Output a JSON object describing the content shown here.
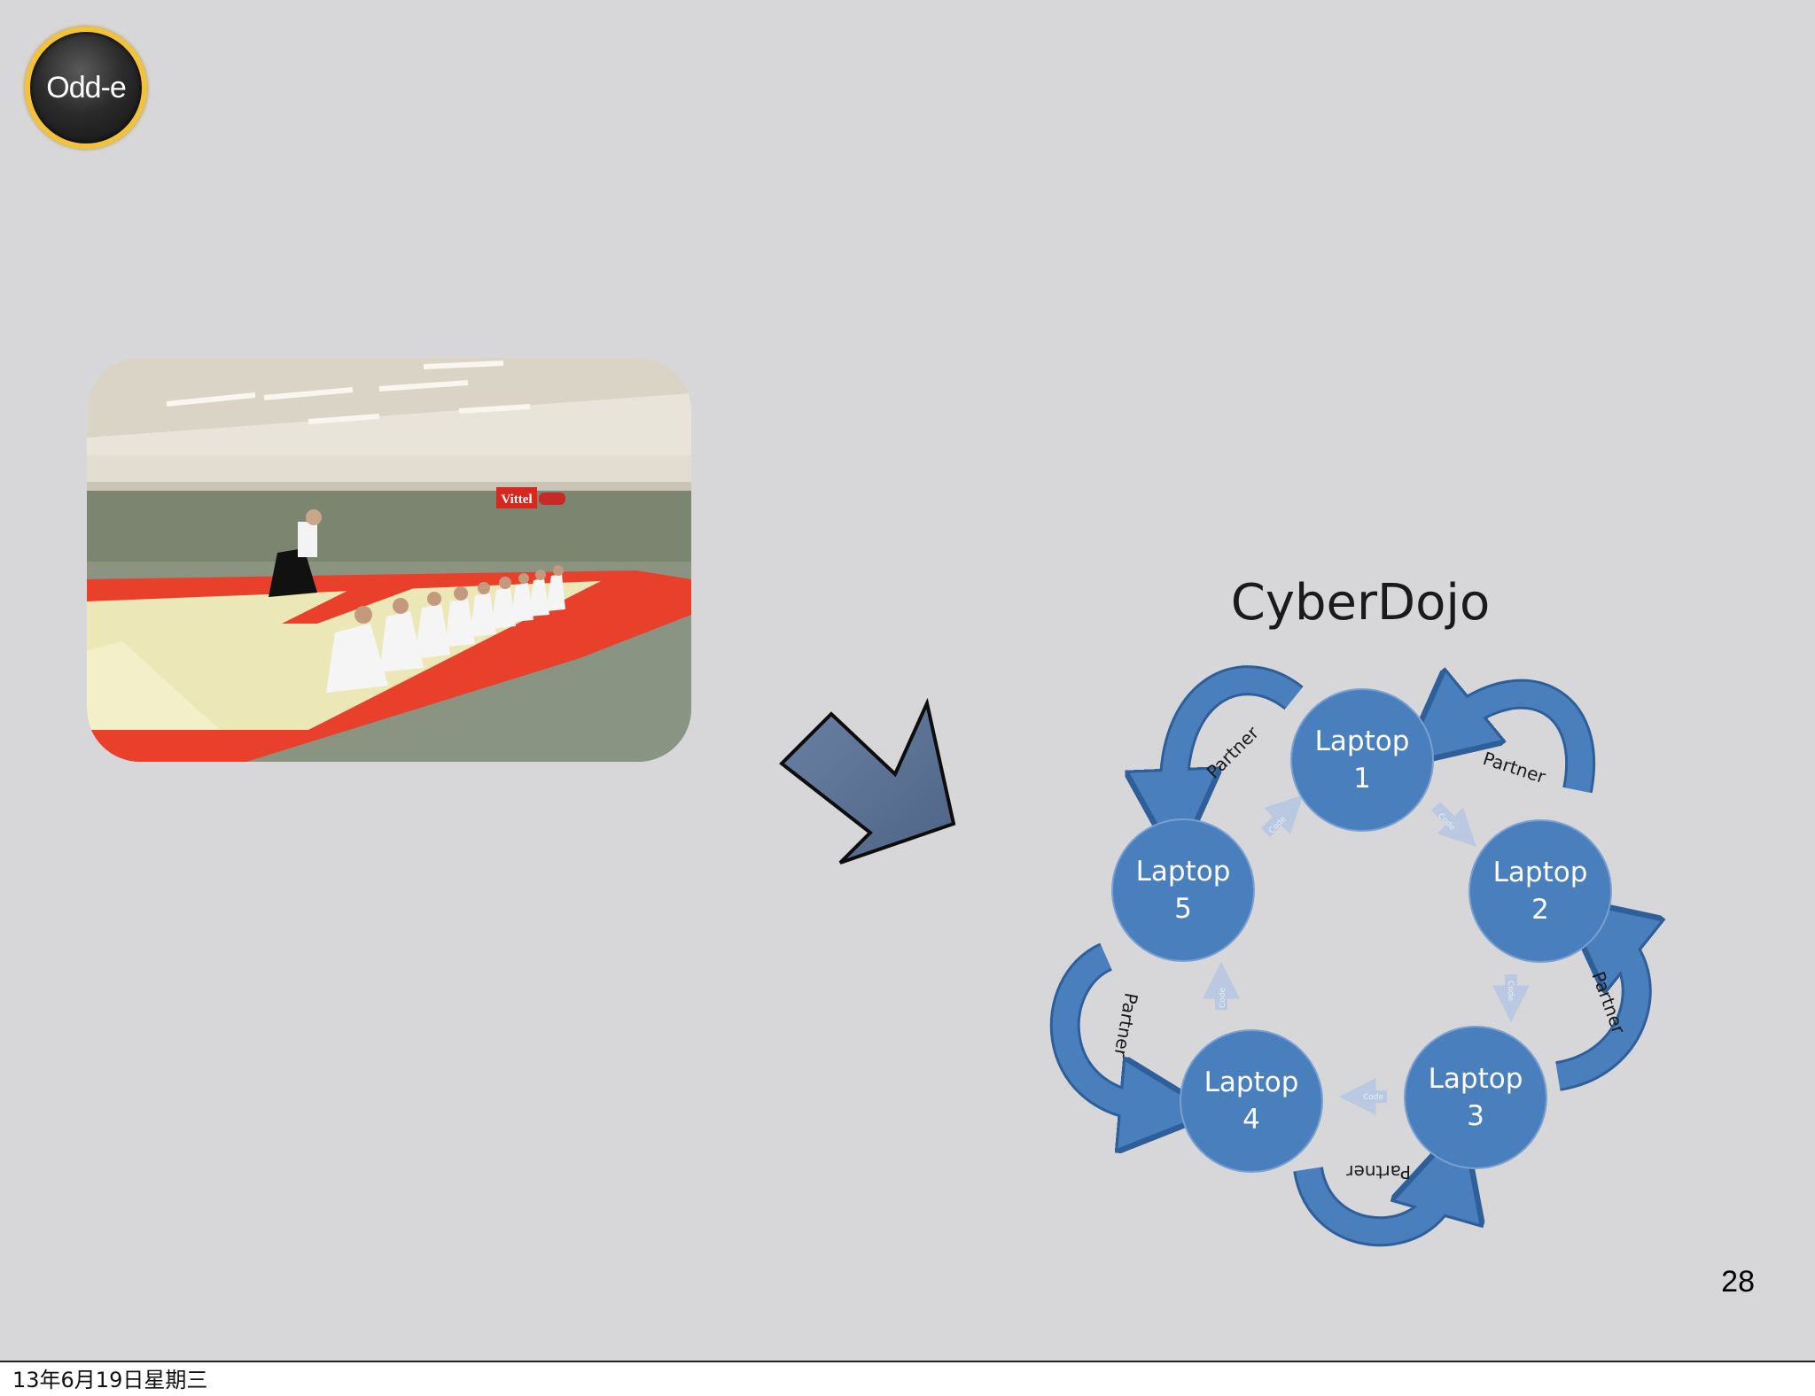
{
  "logo": {
    "text": "Odd-e"
  },
  "photo": {
    "sign_text": "Vittel"
  },
  "diagram": {
    "title": "CyberDojo",
    "nodes": [
      {
        "line1": "Laptop",
        "line2": "1"
      },
      {
        "line1": "Laptop",
        "line2": "2"
      },
      {
        "line1": "Laptop",
        "line2": "3"
      },
      {
        "line1": "Laptop",
        "line2": "4"
      },
      {
        "line1": "Laptop",
        "line2": "5"
      }
    ],
    "partner_label": "Partner",
    "code_label": "Code",
    "node_color": "#4a7fbe",
    "arrow_color": "#4a7fbe"
  },
  "page_number": "28",
  "footer": {
    "date": "13年6月19日星期三"
  }
}
